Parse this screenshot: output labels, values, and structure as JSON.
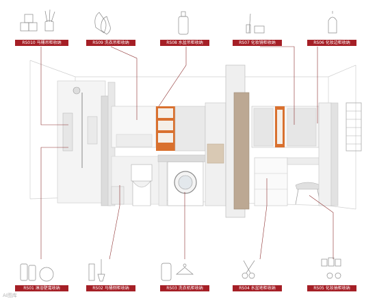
{
  "labels": {
    "top": [
      {
        "code": "RS010",
        "name": "马桶吊柜收纳"
      },
      {
        "code": "RS09",
        "name": "洗衣吊柜收纳"
      },
      {
        "code": "RS08",
        "name": "水盆吊柜收纳"
      },
      {
        "code": "RS07",
        "name": "化妆镜柜收纳"
      },
      {
        "code": "RS06",
        "name": "化妆边柜收纳"
      }
    ],
    "bottom": [
      {
        "code": "RS01",
        "name": "淋浴壁龛收纳"
      },
      {
        "code": "RS02",
        "name": "马桶侧柜收纳"
      },
      {
        "code": "RS03",
        "name": "洗衣机柜收纳"
      },
      {
        "code": "RS04",
        "name": "水盆地柜收纳"
      },
      {
        "code": "RS05",
        "name": "化妆抽柜收纳"
      }
    ]
  },
  "watermark": "AI图库",
  "colors": {
    "tag": "#a51f26",
    "line": "#8a2a2a",
    "orange": "#d9702e"
  }
}
